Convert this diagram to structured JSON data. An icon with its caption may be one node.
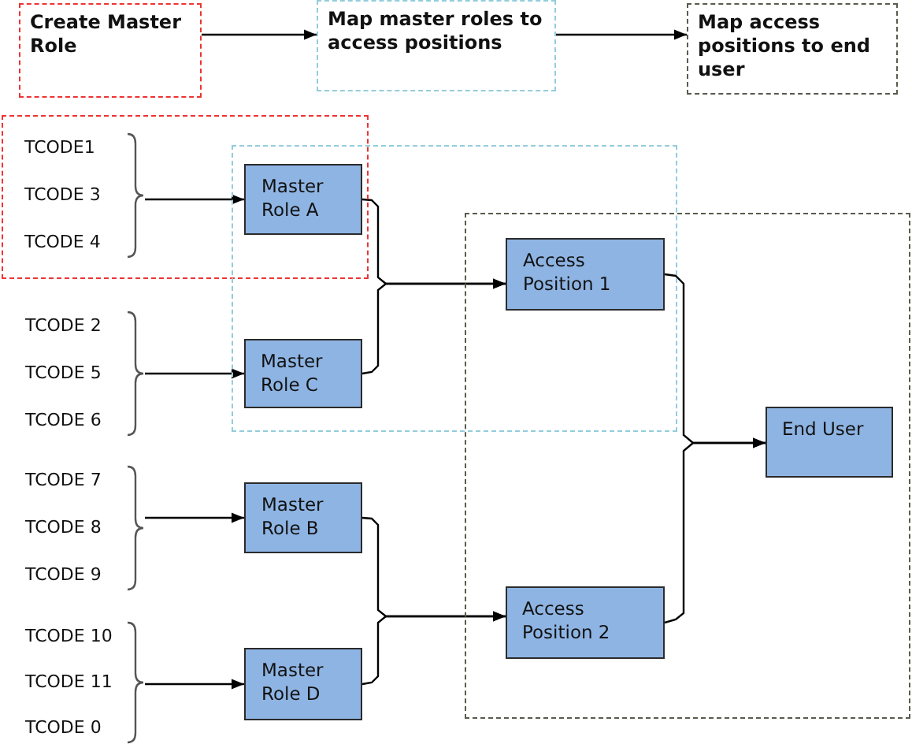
{
  "diagram": {
    "nodes": [
      {
        "text": [
          "Create Master Role"
        ]
      },
      {
        "text": [
          "Map master roles to access positions"
        ]
      },
      {
        "text": [
          "Map access positions to end user"
        ]
      },
      {
        "text": [],
        "shape": "box"
      },
      {
        "text": [],
        "shape": "box"
      },
      {
        "text": [],
        "shape": "box"
      },
      {
        "text": [
          "TCODE1",
          "TCODE 3",
          "TCODE 4"
        ],
        "in": 3
      },
      {
        "text": [
          "Master Role A"
        ]
      },
      {
        "text": [
          "TCODE 2",
          "TCODE 5",
          "TCODE 6"
        ]
      },
      {
        "text": [
          "Master Role C"
        ],
        "in": 4
      },
      {
        "text": [
          "Access Position 1"
        ]
      },
      {
        "text": [
          "TCODE 7",
          "TCODE 8",
          "TCODE 9"
        ]
      },
      {
        "text": [
          "Master Role B"
        ]
      },
      {
        "text": [
          "TCODE 10",
          "TCODE 11",
          "TCODE 0"
        ]
      },
      {
        "text": [
          "Master Role D"
        ]
      },
      {
        "text": [
          "Access Position 2"
        ],
        "in": 5
      },
      {
        "text": [
          "End User"
        ],
        "in": 5
      }
    ],
    "edges": [
      {
        "from": 0,
        "to": 1,
        "arrow": "to"
      },
      {
        "from": 1,
        "to": 2,
        "arrow": "to"
      },
      {
        "from": 6,
        "to": 7,
        "arrow": "to"
      },
      {
        "from": 8,
        "to": 9,
        "arrow": "to"
      },
      {
        "from": 7,
        "to": 10,
        "arrow": "to"
      },
      {
        "from": 9,
        "to": 10,
        "arrow": "to"
      },
      {
        "from": 11,
        "to": 12,
        "arrow": "to"
      },
      {
        "from": 13,
        "to": 14,
        "arrow": "to"
      },
      {
        "from": 12,
        "to": 15,
        "arrow": "to"
      },
      {
        "from": 14,
        "to": 15,
        "arrow": "to"
      },
      {
        "from": 10,
        "to": 16,
        "arrow": "to"
      },
      {
        "from": 15,
        "to": 16,
        "arrow": "to"
      }
    ]
  }
}
